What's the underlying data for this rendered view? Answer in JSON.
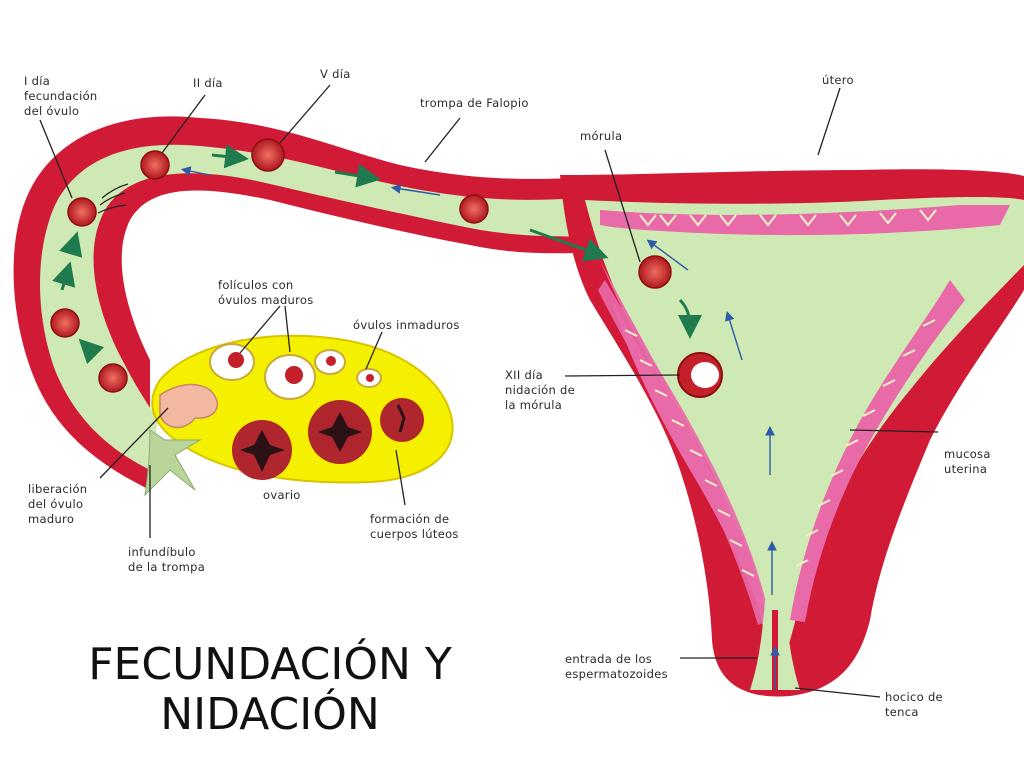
{
  "title": {
    "line1": "FECUNDACIÓN Y",
    "line2": "NIDACIÓN"
  },
  "labels": {
    "dia1": [
      "I día",
      "fecundación",
      "del óvulo"
    ],
    "dia2": [
      "II día"
    ],
    "dia5": [
      "V día"
    ],
    "trompa": [
      "trompa de Falopio"
    ],
    "utero": [
      "útero"
    ],
    "morula": [
      "mórula"
    ],
    "foliculos": [
      "folículos con",
      "óvulos maduros"
    ],
    "inmaduros": [
      "óvulos inmaduros"
    ],
    "dia12": [
      "XII día",
      "nidación de",
      "la  mórula"
    ],
    "mucosa": [
      "mucosa",
      "uterina"
    ],
    "liberacion": [
      "liberación",
      "del óvulo",
      "maduro"
    ],
    "ovario": [
      "ovario"
    ],
    "luteos": [
      "formación de",
      "cuerpos lúteos"
    ],
    "infundibulo": [
      "infundíbulo",
      "de la trompa"
    ],
    "entrada": [
      "entrada de los",
      "espermatozoides"
    ],
    "hocico": [
      "hocico de",
      "tenca"
    ]
  },
  "colors": {
    "muscle": "#d01a36",
    "lumen": "#cfe9b4",
    "mucosa": "#e86aa8",
    "ovary": "#f5f000",
    "egg": "#c4202a",
    "corpus": "#b0262e",
    "arrow_green": "#1f7a4d",
    "arrow_blue": "#2f5ca8",
    "line": "#222222"
  }
}
